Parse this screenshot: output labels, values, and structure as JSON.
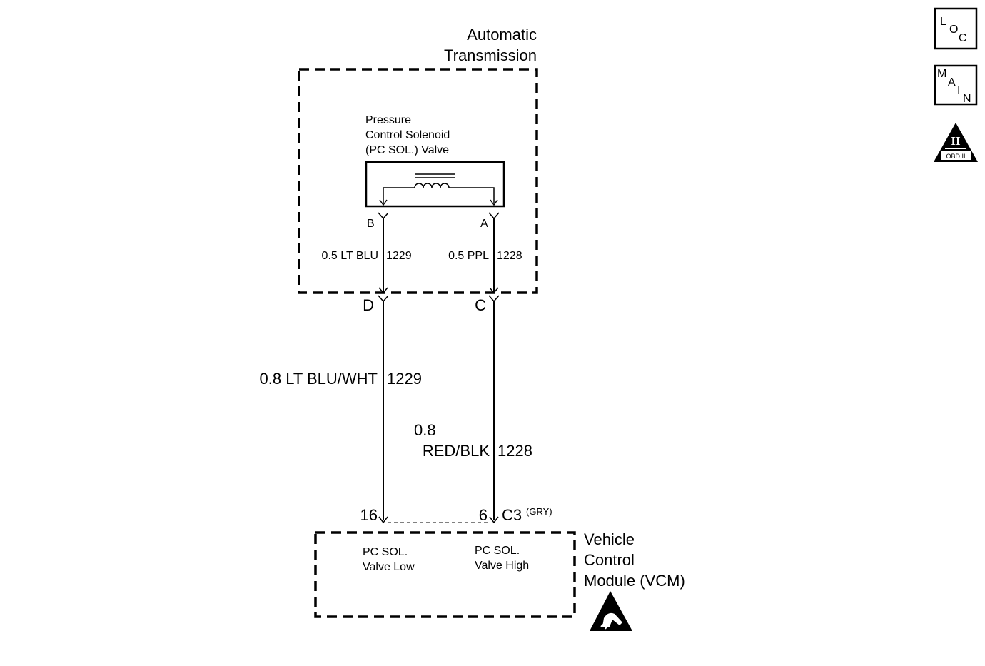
{
  "components": {
    "transmission": {
      "line1": "Automatic",
      "line2": "Transmission"
    },
    "solenoid": {
      "line1": "Pressure",
      "line2": "Control Solenoid",
      "line3": "(PC SOL.) Valve"
    },
    "vcm": {
      "line1": "Vehicle",
      "line2": "Control",
      "line3": "Module (VCM)"
    }
  },
  "terminals": {
    "solenoid_b": "B",
    "solenoid_a": "A",
    "conn_d": "D",
    "conn_c": "C",
    "vcm_pin_16": "16",
    "vcm_pin_6": "6",
    "vcm_connector": "C3",
    "vcm_connector_color": "(GRY)"
  },
  "wires": {
    "inner_left": {
      "spec": "0.5 LT BLU",
      "circuit": "1229"
    },
    "inner_right": {
      "spec": "0.5 PPL",
      "circuit": "1228"
    },
    "outer_left": {
      "spec": "0.8 LT BLU/WHT",
      "circuit": "1229"
    },
    "outer_right": {
      "spec_line1": "0.8",
      "spec_line2": "RED/BLK",
      "circuit": "1228"
    }
  },
  "vcm_pins": {
    "low": {
      "line1": "PC SOL.",
      "line2": "Valve Low"
    },
    "high": {
      "line1": "PC SOL.",
      "line2": "Valve High"
    }
  },
  "legend_icons": {
    "loc": {
      "l": "L",
      "o": "O",
      "c": "C"
    },
    "main": {
      "m": "M",
      "a": "A",
      "i": "I",
      "n": "N"
    },
    "obd": {
      "numeral": "II",
      "label": "OBD II"
    }
  }
}
